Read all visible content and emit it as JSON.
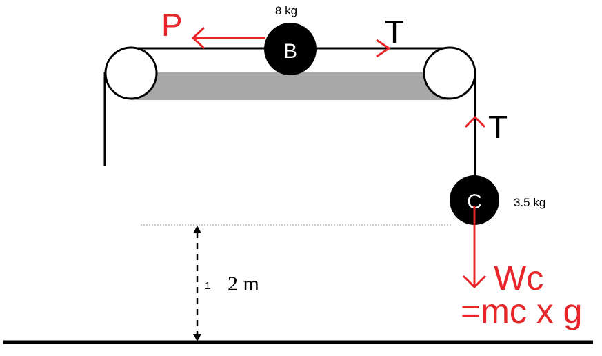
{
  "diagram": {
    "block_b": {
      "label": "B",
      "mass_label": "8 kg"
    },
    "block_c": {
      "label": "C",
      "mass_label": "3.5 kg"
    },
    "forces": {
      "p_label": "P",
      "t_horizontal_label": "T",
      "t_vertical_label": "T",
      "weight_label": "Wc",
      "weight_formula": "=mc x g"
    },
    "height": {
      "small_mark": "1",
      "label": "2 m"
    },
    "colors": {
      "force_red": "#e8262a",
      "black": "#000000",
      "table_grey": "#a8a8a8"
    }
  }
}
